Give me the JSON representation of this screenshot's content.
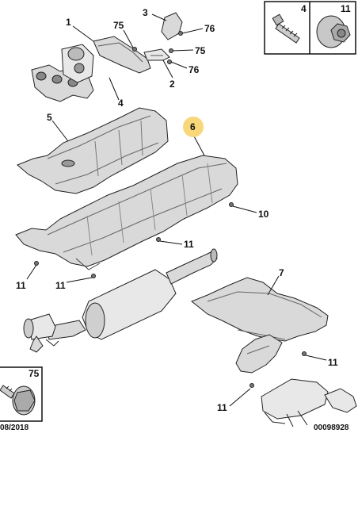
{
  "callouts": {
    "c1": "1",
    "c2": "2",
    "c3": "3",
    "c4": "4",
    "c5": "5",
    "c6": "6",
    "c7": "7",
    "c75a": "75",
    "c75b": "75",
    "c76a": "76",
    "c76b": "76",
    "c10": "10",
    "c11a": "11",
    "c11b": "11",
    "c11c": "11",
    "c11d": "11",
    "c11e": "11"
  },
  "highlighted_part": "6",
  "legend_top": {
    "left_label": "4",
    "right_label": "11"
  },
  "legend_bottom": {
    "label": "75"
  },
  "footer": {
    "date": "08/2018",
    "reference": "00098928"
  },
  "colors": {
    "highlight": "#f7d779",
    "part_fill": "#d9d9d9",
    "ink": "#111111"
  }
}
